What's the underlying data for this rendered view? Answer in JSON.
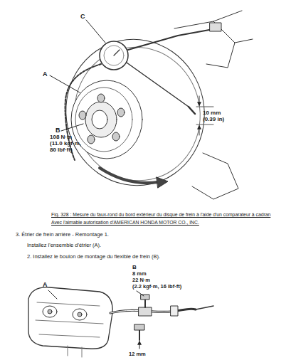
{
  "diagram": {
    "caption": "Fig. 328 : Mesure du faux-rond du bord extérieur du disque de frein à l'aide d'un comparateur à cadran",
    "labels": [
      "C",
      "A",
      "B",
      "108 N·m",
      "(11.0 kgf·m,",
      "80 lbf·ft)",
      "10 mm",
      "(0.39 in)",
      "Avec l'aimable autorisation d'AMERICAN HONDA MOTOR CO., INC.",
      "3. Étrier de frein arrière - Remontage 1.",
      "Installez l'ensemble d'étrier (A).",
      "2. Installez le boulon de montage du flexible de frein (B).",
      "B",
      "8 mm",
      "22 N·m",
      "(2.2 kgf·m, 16 lbf·ft)",
      "A",
      "12 mm"
    ]
  }
}
